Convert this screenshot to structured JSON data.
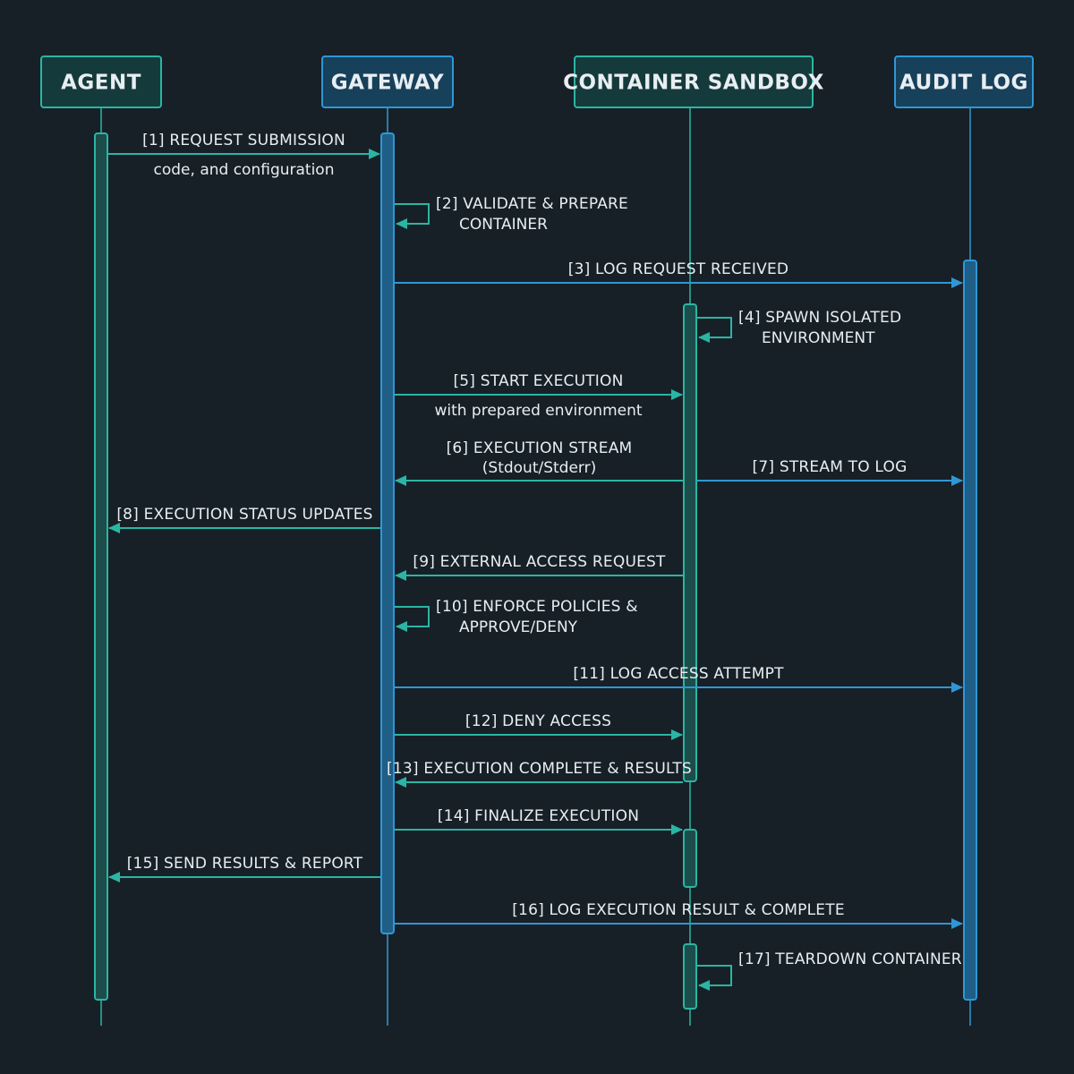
{
  "colors": {
    "background": "#172027",
    "teal": "#2bb5a4",
    "teal_fill": "#1d4d4a",
    "teal_box": "#153a3b",
    "blue": "#2f97d6",
    "blue_fill": "#1f5e86",
    "blue_box": "#17405a",
    "text": "#e8eef2"
  },
  "participants": [
    {
      "id": "agent",
      "label": "AGENT",
      "color": "teal"
    },
    {
      "id": "gateway",
      "label": "GATEWAY",
      "color": "blue"
    },
    {
      "id": "sandbox",
      "label": "CONTAINER SANDBOX",
      "color": "teal"
    },
    {
      "id": "audit",
      "label": "AUDIT LOG",
      "color": "blue"
    }
  ],
  "messages": [
    {
      "from": "agent",
      "to": "gateway",
      "label": "[1] REQUEST SUBMISSION",
      "sub": "code, and configuration",
      "color": "teal"
    },
    {
      "from": "gateway",
      "to": "gateway",
      "label": "[2] VALIDATE & PREPARE",
      "sub": "CONTAINER",
      "color": "teal"
    },
    {
      "from": "gateway",
      "to": "audit",
      "label": "[3] LOG REQUEST RECEIVED",
      "color": "blue"
    },
    {
      "from": "sandbox",
      "to": "sandbox",
      "label": "[4] SPAWN ISOLATED",
      "sub": "ENVIRONMENT",
      "color": "teal"
    },
    {
      "from": "gateway",
      "to": "sandbox",
      "label": "[5] START EXECUTION",
      "sub": "with prepared environment",
      "color": "teal"
    },
    {
      "from": "sandbox",
      "to": "gateway",
      "label": "[6] EXECUTION STREAM",
      "sub": "(Stdout/Stderr)",
      "color": "teal"
    },
    {
      "from": "sandbox",
      "to": "audit",
      "label": "[7] STREAM TO LOG",
      "color": "blue"
    },
    {
      "from": "gateway",
      "to": "agent",
      "label": "[8] EXECUTION STATUS UPDATES",
      "color": "teal"
    },
    {
      "from": "sandbox",
      "to": "gateway",
      "label": "[9] EXTERNAL ACCESS REQUEST",
      "color": "teal"
    },
    {
      "from": "gateway",
      "to": "gateway",
      "label": "[10] ENFORCE POLICIES &",
      "sub": "APPROVE/DENY",
      "color": "teal"
    },
    {
      "from": "gateway",
      "to": "audit",
      "label": "[11] LOG ACCESS ATTEMPT",
      "color": "blue"
    },
    {
      "from": "gateway",
      "to": "sandbox",
      "label": "[12] DENY ACCESS",
      "color": "teal"
    },
    {
      "from": "sandbox",
      "to": "gateway",
      "label": "[13] EXECUTION COMPLETE & RESULTS",
      "color": "teal"
    },
    {
      "from": "gateway",
      "to": "sandbox",
      "label": "[14] FINALIZE EXECUTION",
      "color": "teal"
    },
    {
      "from": "gateway",
      "to": "agent",
      "label": "[15] SEND RESULTS & REPORT",
      "color": "teal"
    },
    {
      "from": "gateway",
      "to": "audit",
      "label": "[16] LOG EXECUTION RESULT & COMPLETE",
      "color": "blue"
    },
    {
      "from": "sandbox",
      "to": "sandbox",
      "label": "[17] TEARDOWN CONTAINER",
      "color": "teal"
    }
  ]
}
